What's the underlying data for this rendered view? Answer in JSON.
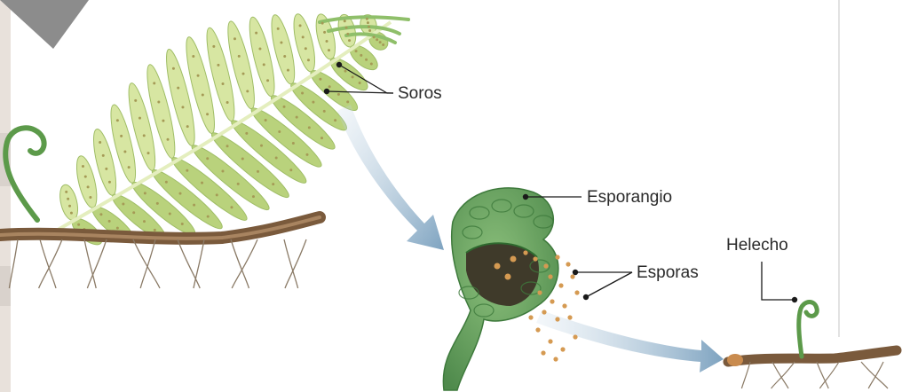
{
  "diagram": {
    "labels": {
      "soros": "Soros",
      "esporangio": "Esporangio",
      "esporas": "Esporas",
      "helecho": "Helecho"
    },
    "colors": {
      "frond_light": "#d7e6a2",
      "frond_mid": "#b9d27c",
      "sori_dots": "#a59a56",
      "rhizome": "#7a5a3c",
      "root": "#8a7a66",
      "arrow": "#8fb0c8",
      "sporangium": "#5f9a5a",
      "spore": "#d59a52",
      "leader_line": "#1a1a1a",
      "page_edge": "#e8e1db",
      "corner_triangle": "#8c8c8c"
    }
  }
}
